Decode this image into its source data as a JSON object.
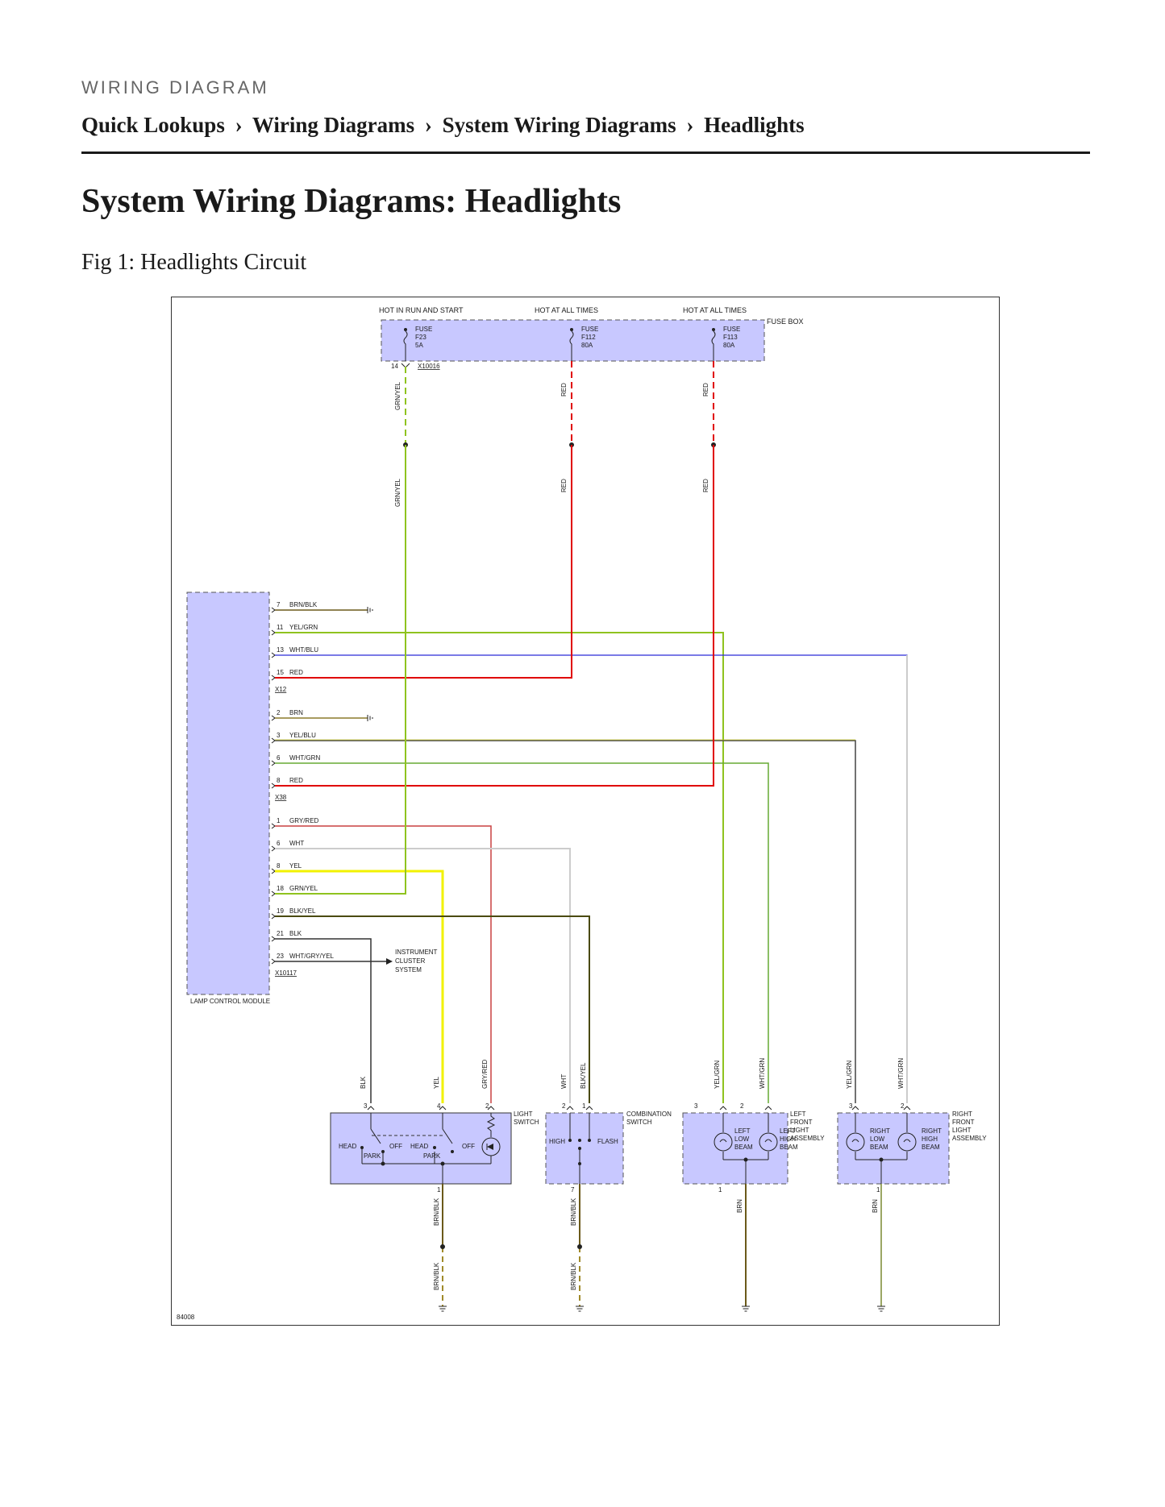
{
  "header": {
    "eyebrow": "WIRING DIAGRAM",
    "breadcrumbs": [
      "Quick Lookups",
      "Wiring Diagrams",
      "System Wiring Diagrams",
      "Headlights"
    ],
    "separator": "›"
  },
  "page": {
    "title": "System Wiring Diagrams: Headlights",
    "figure_caption": "Fig 1: Headlights Circuit"
  },
  "diagram": {
    "figure_id": "84008",
    "colors": {
      "module_fill": "#c8c8ff",
      "red": "#e00000",
      "green_yellow": "#8fc31f",
      "yellow": "#f2f200",
      "blue": "#2a2ad8",
      "white": "#cccccc",
      "brown": "#6b5a1a",
      "black": "#333333",
      "olive_green": "#66aa33"
    },
    "fuse_box": {
      "label": "FUSE BOX",
      "connector": "X10016",
      "connector_pin": "14",
      "fuses": [
        {
          "header": "HOT IN RUN AND START",
          "word": "FUSE",
          "id": "F23",
          "rating": "5A",
          "wire": "GRN/YEL"
        },
        {
          "header": "HOT AT ALL TIMES",
          "word": "FUSE",
          "id": "F112",
          "rating": "80A",
          "wire": "RED"
        },
        {
          "header": "HOT AT ALL TIMES",
          "word": "FUSE",
          "id": "F113",
          "rating": "80A",
          "wire": "RED"
        }
      ]
    },
    "lamp_control_module": {
      "label": "LAMP CONTROL MODULE",
      "connectors": [
        {
          "name": "X12",
          "pins": [
            {
              "pin": "7",
              "wire": "BRN/BLK"
            },
            {
              "pin": "11",
              "wire": "YEL/GRN"
            },
            {
              "pin": "13",
              "wire": "WHT/BLU"
            },
            {
              "pin": "15",
              "wire": "RED"
            }
          ]
        },
        {
          "name": "X38",
          "pins": [
            {
              "pin": "2",
              "wire": "BRN"
            },
            {
              "pin": "3",
              "wire": "YEL/BLU"
            },
            {
              "pin": "6",
              "wire": "WHT/GRN"
            },
            {
              "pin": "8",
              "wire": "RED"
            }
          ]
        },
        {
          "name": "X10117",
          "pins": [
            {
              "pin": "1",
              "wire": "GRY/RED"
            },
            {
              "pin": "6",
              "wire": "WHT"
            },
            {
              "pin": "8",
              "wire": "YEL"
            },
            {
              "pin": "18",
              "wire": "GRN/YEL"
            },
            {
              "pin": "19",
              "wire": "BLK/YEL"
            },
            {
              "pin": "21",
              "wire": "BLK"
            },
            {
              "pin": "23",
              "wire": "WHT/GRY/YEL"
            }
          ]
        }
      ],
      "instrument_cluster": [
        "INSTRUMENT",
        "CLUSTER",
        "SYSTEM"
      ]
    },
    "light_switch": {
      "label": [
        "LIGHT",
        "SWITCH"
      ],
      "pins": [
        "3",
        "4",
        "2",
        "1"
      ],
      "wires": [
        "BLK",
        "YEL",
        "GRY/RED"
      ],
      "positions": [
        "HEAD",
        "OFF",
        "PARK",
        "HEAD",
        "OFF",
        "PARK"
      ],
      "ground_wire": "BRN/BLK"
    },
    "combination_switch": {
      "label": [
        "COMBINATION",
        "SWITCH"
      ],
      "pins": [
        "2",
        "1",
        "7"
      ],
      "wires": [
        "WHT",
        "BLK/YEL"
      ],
      "positions": [
        "HIGH",
        "FLASH"
      ],
      "ground_wire": "BRN/BLK"
    },
    "left_front_light": {
      "label": [
        "LEFT",
        "FRONT",
        "LIGHT",
        "ASSEMBLY"
      ],
      "pins": [
        "3",
        "2",
        "1"
      ],
      "wires": [
        "YEL/GRN",
        "WHT/GRN"
      ],
      "low_beam": [
        "LEFT",
        "LOW",
        "BEAM"
      ],
      "high_beam": [
        "LEFT",
        "HIGH",
        "BEAM"
      ],
      "ground_wire": "BRN"
    },
    "right_front_light": {
      "label": [
        "RIGHT",
        "FRONT",
        "LIGHT",
        "ASSEMBLY"
      ],
      "pins": [
        "3",
        "2",
        "1"
      ],
      "wires": [
        "YEL/GRN",
        "WHT/GRN"
      ],
      "low_beam": [
        "RIGHT",
        "LOW",
        "BEAM"
      ],
      "high_beam": [
        "RIGHT",
        "HIGH",
        "BEAM"
      ],
      "ground_wire": "BRN"
    }
  }
}
